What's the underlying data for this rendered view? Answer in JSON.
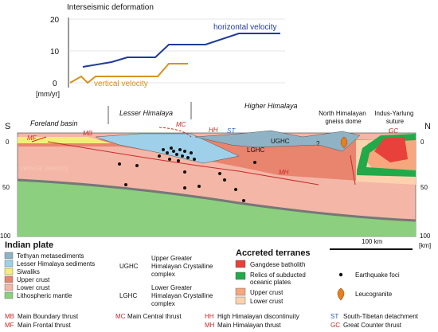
{
  "chart": {
    "title": "Interseismic deformation",
    "yticks": [
      "20",
      "10",
      "0"
    ],
    "unit": "[mm/yr]",
    "horizontal_label": "horizontal velocity",
    "vertical_label": "vertical velocity",
    "horizontal_color": "#1f3a9a",
    "vertical_color": "#d8911e"
  },
  "chart_data": {
    "type": "line",
    "title": "Interseismic deformation",
    "ylabel": "[mm/yr]",
    "ylim": [
      -2,
      22
    ],
    "series": [
      {
        "name": "horizontal velocity",
        "points": [
          [
            0.05,
            5
          ],
          [
            0.18,
            6.5
          ],
          [
            0.28,
            8
          ],
          [
            0.43,
            8
          ],
          [
            0.52,
            12
          ],
          [
            0.68,
            12
          ],
          [
            0.82,
            15
          ],
          [
            1.0,
            15
          ]
        ]
      },
      {
        "name": "vertical velocity",
        "points": [
          [
            0.0,
            0
          ],
          [
            0.05,
            2
          ],
          [
            0.09,
            0
          ],
          [
            0.12,
            2
          ],
          [
            0.28,
            2
          ],
          [
            0.41,
            2
          ],
          [
            0.49,
            6
          ],
          [
            0.56,
            6
          ]
        ]
      }
    ]
  },
  "section": {
    "regions": [
      "Foreland basin",
      "Lesser Himalaya",
      "Higher Himalaya",
      "North Himalayan gneiss dome",
      "Indus-Yarlung suture"
    ],
    "dir_south": "S",
    "dir_north": "N",
    "depth_left": [
      "0",
      "50",
      "100"
    ],
    "depth_right": [
      "0",
      "50",
      "100"
    ],
    "depth_unit": "[km]",
    "scale_label": "100 km",
    "fault_labels": [
      "MF",
      "MB",
      "MC",
      "HH",
      "ST",
      "GC",
      "MH"
    ],
    "unit_labels": [
      "UGHC",
      "LGHC",
      "?"
    ],
    "faint_label": "vertical velocity"
  },
  "legend_indian": {
    "title": "Indian plate",
    "items": [
      {
        "label": "Tethyan metasediments",
        "color": "#8fb3c4"
      },
      {
        "label": "Lesser Himalaya sediments",
        "color": "#9fd0ea"
      },
      {
        "label": "Siwaliks",
        "color": "#f2ee7a"
      },
      {
        "label": "Upper crust",
        "color": "#e9846f"
      },
      {
        "label": "Lower crust",
        "color": "#f4b6a6"
      },
      {
        "label": "Lithospheric mantle",
        "color": "#8ccf7e"
      }
    ],
    "ughc_abbr": "UGHC",
    "ughc_text": [
      "Upper Greater",
      "Himalayan Crystalline",
      "complex"
    ],
    "lghc_abbr": "LGHC",
    "lghc_text": [
      "Lower Greater",
      "Himalayan Crystalline",
      "complex"
    ]
  },
  "legend_accreted": {
    "title": "Accreted terranes",
    "items": [
      {
        "label": "Gangdese batholith",
        "color": "#e8403a"
      },
      {
        "label": "Relics of subducted oceanic plates",
        "color": "#22a94a"
      },
      {
        "label": "Upper crust",
        "color": "#f6a77e"
      },
      {
        "label": "Lower crust",
        "color": "#fbd2ad"
      }
    ],
    "relics_lines": [
      "Relics of subducted",
      "oceanic plates"
    ],
    "quake_label": "Earthquake foci",
    "leuco_label": "Leucogranite"
  },
  "faults": [
    {
      "abbr": "MB",
      "name": "Main Boundary thrust"
    },
    {
      "abbr": "MF",
      "name": "Main Frontal thrust"
    },
    {
      "abbr": "MC",
      "name": "Main Central thrust"
    },
    {
      "abbr": "HH",
      "name": "High Himalayan discontinuity"
    },
    {
      "abbr": "MH",
      "name": "Main Himalayan thrust"
    },
    {
      "abbr": "ST",
      "name": "South-Tibetan detachment"
    },
    {
      "abbr": "GC",
      "name": "Great Counter thrust"
    }
  ]
}
